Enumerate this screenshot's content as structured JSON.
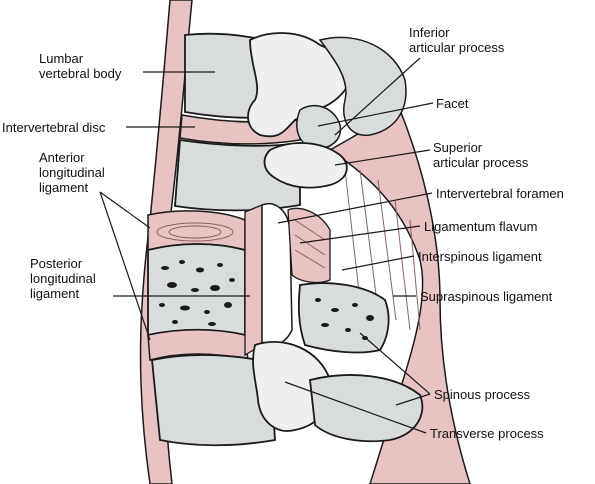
{
  "diagram": {
    "labels": {
      "lumbar_vertebral_body": [
        "Lumbar",
        "vertebral body"
      ],
      "intervertebral_disc": [
        "Intervertebral disc"
      ],
      "anterior_longitudinal_ligament": [
        "Anterior",
        "longitudinal",
        "ligament"
      ],
      "posterior_longitudinal_ligament": [
        "Posterior",
        "longitudinal",
        "ligament"
      ],
      "inferior_articular_process": [
        "Inferior",
        "articular process"
      ],
      "facet": [
        "Facet"
      ],
      "superior_articular_process": [
        "Superior",
        "articular process"
      ],
      "intervertebral_foramen": [
        "Intervertebral foramen"
      ],
      "ligamentum_flavum": [
        "Ligamentum flavum"
      ],
      "interspinous_ligament": [
        "Interspinous ligament"
      ],
      "supraspinous_ligament": [
        "Supraspinous ligament"
      ],
      "spinous_process": [
        "Spinous process"
      ],
      "transverse_process": [
        "Transverse process"
      ]
    },
    "colors": {
      "ligament": "#e8c3c2",
      "ligament_dark": "#d9a9a8",
      "bone": "#d8dcdc",
      "bone_light": "#eef0f0",
      "bone_shadow": "#c2c8c8",
      "outline": "#1a1a1a"
    }
  }
}
